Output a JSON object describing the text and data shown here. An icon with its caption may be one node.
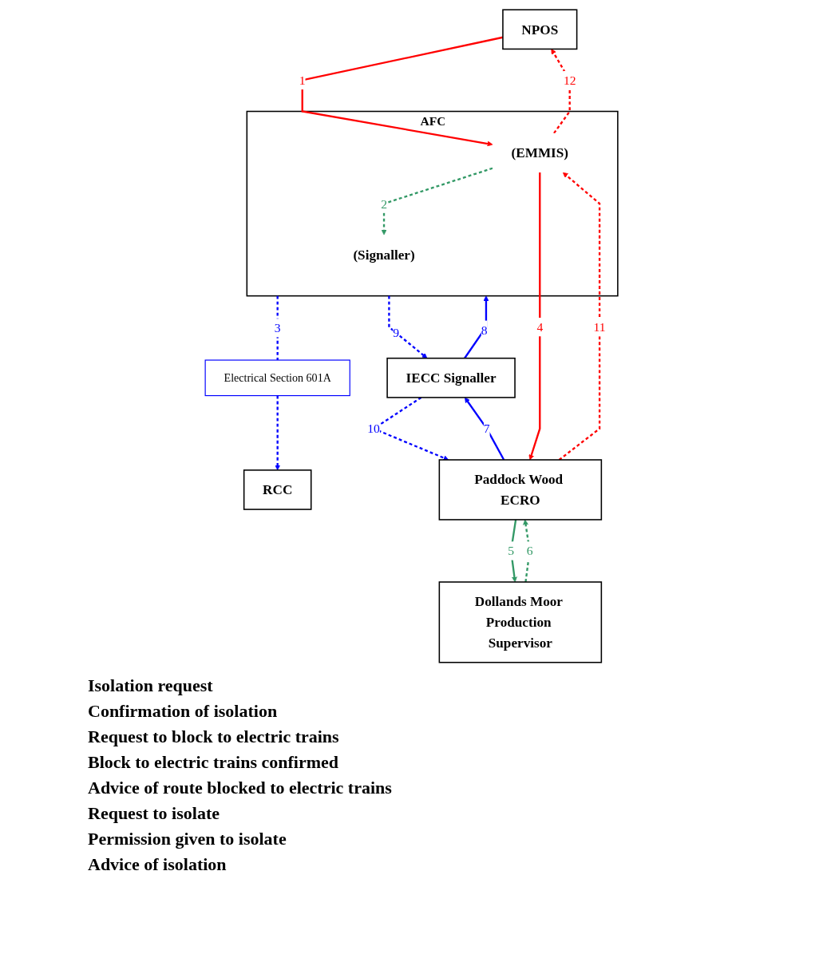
{
  "diagram": {
    "nodes": [
      {
        "text": [
          "NPOS"
        ]
      },
      {
        "text": [
          "RCC"
        ]
      },
      {
        "text": [
          "Electrical Section 601A"
        ]
      },
      {
        "text": [
          "AFC"
        ]
      },
      {
        "text": [
          "(Signaller)"
        ],
        "in": 3
      },
      {
        "text": [
          "(EMMIS)"
        ],
        "in": 3
      },
      {
        "text": [
          "IECC Signaller"
        ]
      },
      {
        "text": [
          "Paddock Wood ECRO"
        ]
      },
      {
        "text": [
          "Dollands Moor Production Supervisor"
        ]
      }
    ],
    "edges": [
      {
        "from": 0,
        "to": 5,
        "arrow": "to",
        "label": "1",
        "color": "#ff0000"
      },
      {
        "from": 5,
        "to": 4,
        "arrow": "to",
        "label": "2",
        "style": "dashed",
        "color": "#339966"
      },
      {
        "from": 3,
        "to": 2,
        "arrow": "none",
        "label": "3",
        "style": "dashed",
        "color": "#0000ff"
      },
      {
        "from": 2,
        "to": 1,
        "arrow": "to",
        "style": "dashed",
        "color": "#0000ff"
      },
      {
        "from": 5,
        "to": 7,
        "arrow": "to",
        "label": "4",
        "color": "#ff0000"
      },
      {
        "from": 7,
        "to": 8,
        "arrow": "to",
        "label": "5",
        "color": "#339966"
      },
      {
        "from": 8,
        "to": 7,
        "arrow": "to",
        "label": "6",
        "style": "dashed",
        "color": "#339966"
      },
      {
        "from": 7,
        "to": 6,
        "arrow": "to",
        "label": "7",
        "color": "#0000ff"
      },
      {
        "from": 6,
        "to": 3,
        "arrow": "to",
        "label": "8",
        "color": "#0000ff"
      },
      {
        "from": 3,
        "to": 6,
        "arrow": "to",
        "label": "9",
        "style": "dashed",
        "color": "#0000ff"
      },
      {
        "from": 6,
        "to": 7,
        "arrow": "to",
        "label": "10",
        "style": "dashed",
        "color": "#0000ff"
      },
      {
        "from": 7,
        "to": 5,
        "arrow": "to",
        "label": "11",
        "style": "dashed",
        "color": "#ff0000"
      },
      {
        "from": 5,
        "to": 0,
        "arrow": "to",
        "label": "12",
        "style": "dashed",
        "color": "#ff0000"
      }
    ],
    "legend": [
      {
        "text": "Isolation request"
      },
      {
        "text": "Confirmation of isolation"
      },
      {
        "text": "Request to block to electric trains"
      },
      {
        "text": "Block to electric trains confirmed"
      },
      {
        "text": "Advice of route blocked to electric trains"
      },
      {
        "text": "Request to isolate"
      },
      {
        "text": "Permission given to isolate"
      },
      {
        "text": "Advice of isolation"
      }
    ]
  }
}
